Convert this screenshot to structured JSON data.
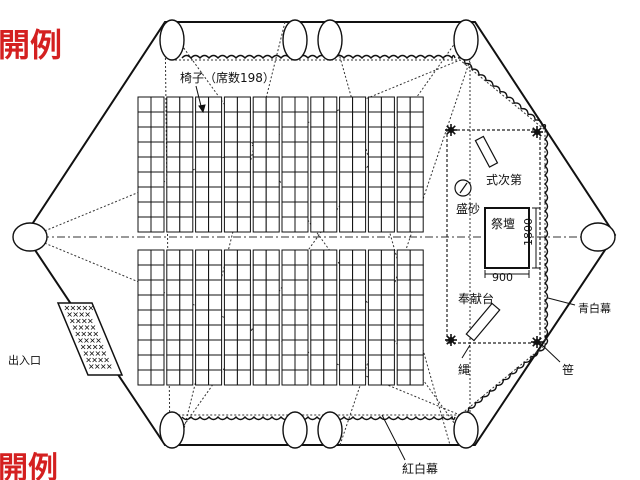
{
  "header": {
    "title": "開例"
  },
  "footer": {
    "title": "開例"
  },
  "labels": {
    "chairs": "椅子（席数198）",
    "ceremony_order": "式次第",
    "sand": "盛砂",
    "altar": "祭壇",
    "altar_height": "1800",
    "altar_width": "900",
    "offering_table": "奉献台",
    "rope": "縄",
    "bamboo": "笹",
    "blue_white_curtain": "青白幕",
    "red_white_curtain": "紅白幕",
    "entrance": "出入口"
  },
  "seating": {
    "blocks": 2,
    "columns": 10,
    "rows_per_block": 9,
    "seats_per_row": 2
  },
  "colors": {
    "ink": "#111111",
    "heading": "#d42020",
    "background": "#ffffff"
  }
}
